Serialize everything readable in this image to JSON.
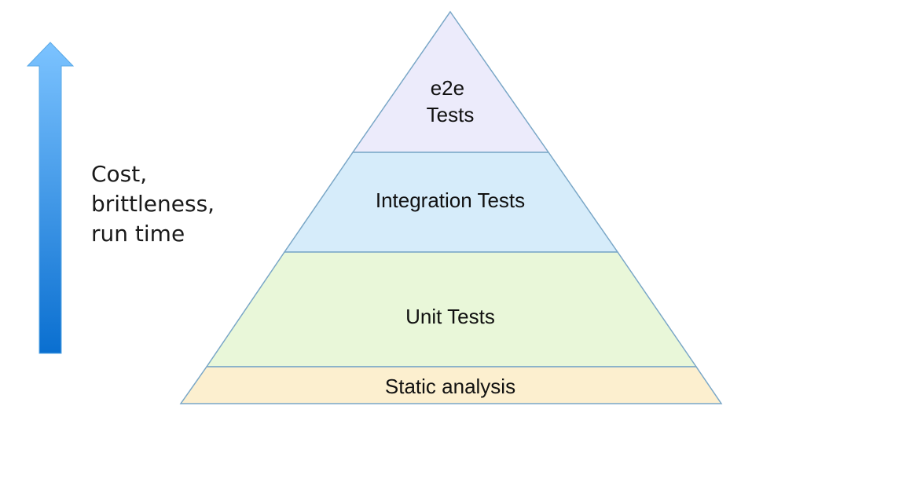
{
  "arrow": {
    "icon": "up-arrow-icon",
    "colors": {
      "top": "#7cc3ff",
      "bottom": "#0a6fd0"
    }
  },
  "side_caption": {
    "lines": [
      "Cost,",
      "brittleness,",
      "run time"
    ]
  },
  "pyramid": {
    "tiers": [
      {
        "lines": [
          "e2e",
          "Tests"
        ],
        "fill": "#ecebfb"
      },
      {
        "lines": [
          "Integration Tests"
        ],
        "fill": "#d6ecfa"
      },
      {
        "lines": [
          "Unit Tests"
        ],
        "fill": "#e9f7d9"
      },
      {
        "lines": [
          "Static analysis"
        ],
        "fill": "#fcefcf"
      }
    ],
    "stroke": "#7aa7c7"
  }
}
